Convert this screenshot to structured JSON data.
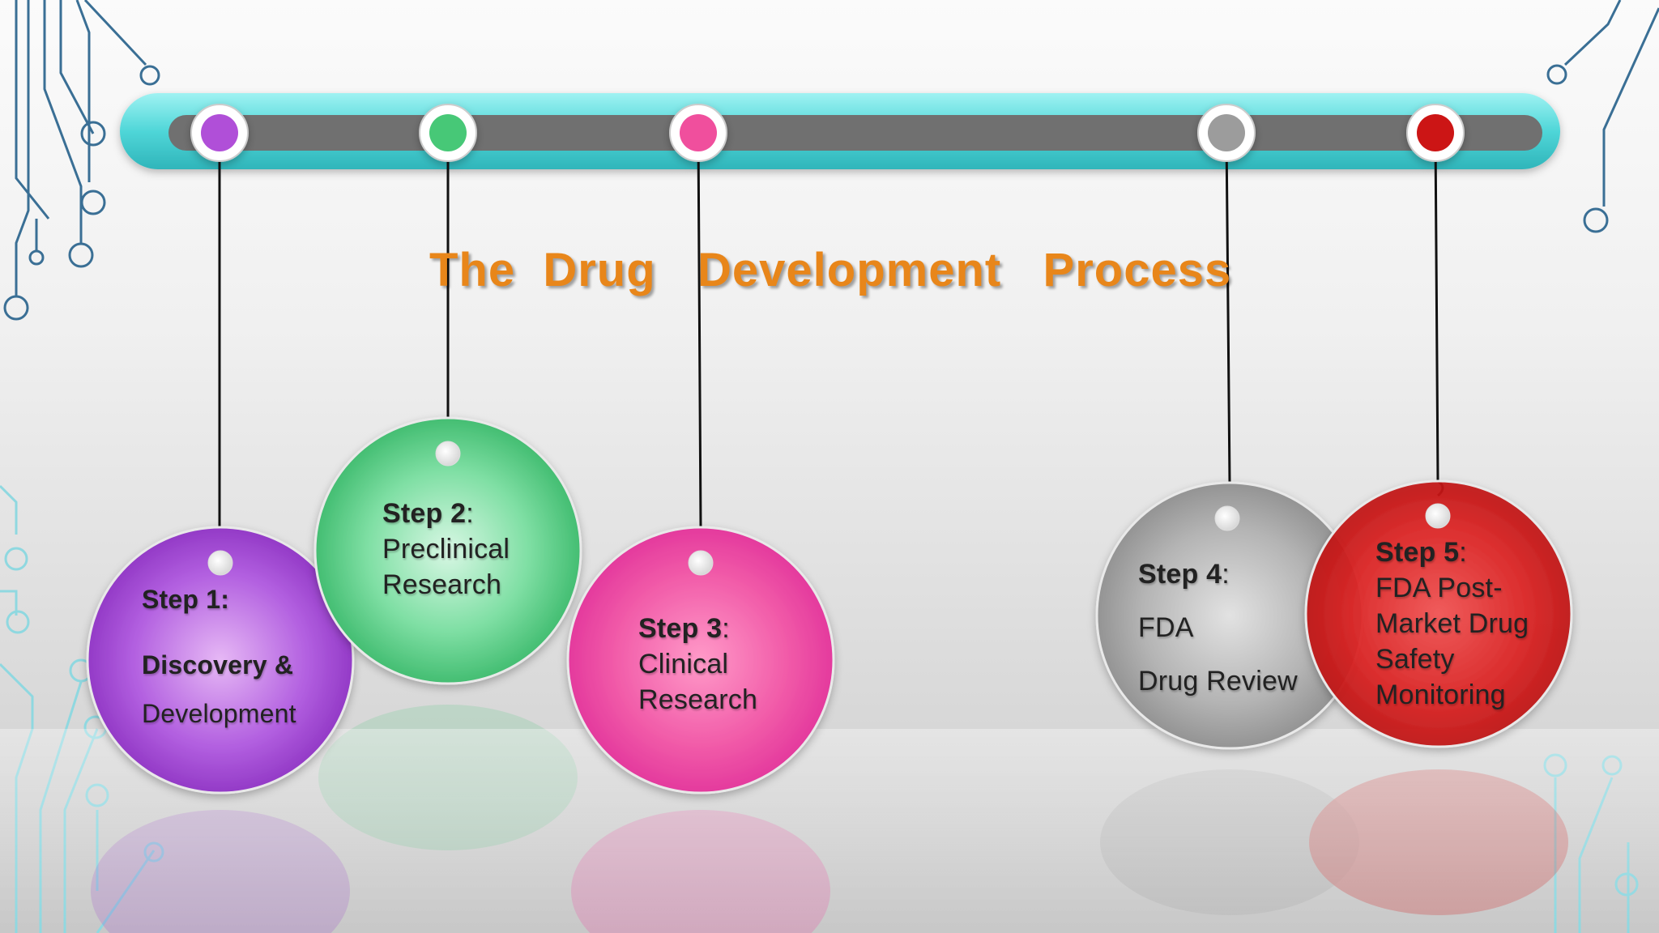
{
  "title": "The  Drug   Development   Process",
  "steps": [
    {
      "heading": "Step 1:",
      "lines": [
        "Discovery &",
        "Development"
      ],
      "color": "#9b45c8"
    },
    {
      "heading": "Step 2",
      "colon": ":",
      "lines": [
        "Preclinical",
        "Research"
      ],
      "color": "#45c87a"
    },
    {
      "heading": "Step 3",
      "colon": ":",
      "lines": [
        "Clinical",
        "Research"
      ],
      "color": "#ec4aa0"
    },
    {
      "heading": "Step 4",
      "colon": ":",
      "lines": [
        "FDA",
        "Drug Review"
      ],
      "color": "#9b9b9b"
    },
    {
      "heading": "Step 5",
      "colon": ":",
      "lines": [
        "FDA Post-",
        "Market Drug",
        "Safety",
        "Monitoring"
      ],
      "color": "#d01818"
    }
  ],
  "colors": {
    "timeline_outer": "#5fe0e0",
    "timeline_inner": "#6b6b6b",
    "title": "#e8861a",
    "circuit": "#3a6f95",
    "circuit_light": "#8fd8e0"
  }
}
